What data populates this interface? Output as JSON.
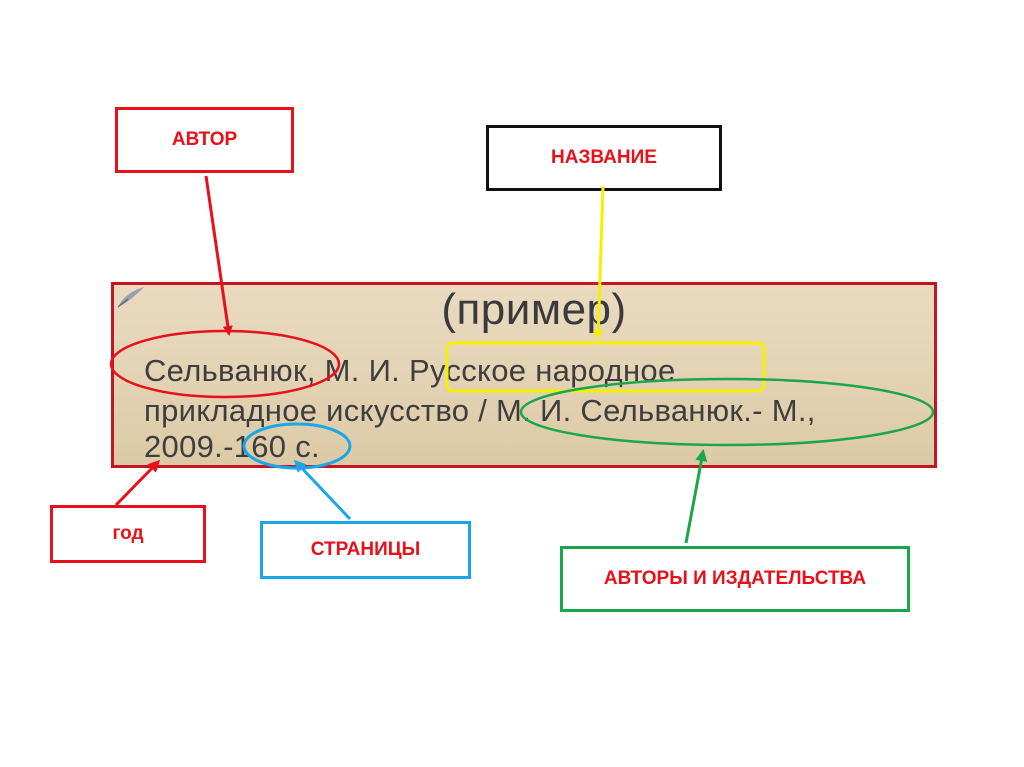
{
  "labels": {
    "author": "АВТОР",
    "title": "НАЗВАНИЕ",
    "year": "год",
    "pages": "СТРАНИЦЫ",
    "authors_publishers": "АВТОРЫ И ИЗДАТЕЛЬСТВА"
  },
  "card": {
    "heading": "(пример)",
    "line1": "Сельванюк, М. И. Русское народное",
    "line2": "прикладное искусство / М. И. Сельванюк.- М.,",
    "line3": "2009.-160 с."
  },
  "colors": {
    "red": "#e8101a",
    "black": "#111111",
    "blue": "#1aa6e8",
    "green": "#1aa64a",
    "yellow": "#f5f000",
    "card_border": "#c41620",
    "card_bg": "#e4d4b6"
  },
  "icons": {
    "card_decoration": "feather-icon"
  }
}
